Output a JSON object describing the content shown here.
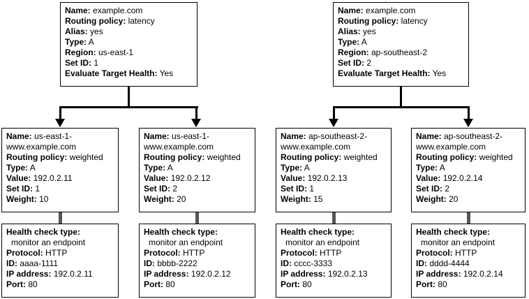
{
  "colors": {
    "background": "#ffffff",
    "box_border": "#000000",
    "text": "#000000",
    "arrow": "#000000",
    "link_bar": "#565656"
  },
  "latency_records": [
    {
      "fields": [
        {
          "label": "Name:",
          "value": "example.com"
        },
        {
          "label": "Routing policy:",
          "value": "latency"
        },
        {
          "label": "Alias:",
          "value": "yes"
        },
        {
          "label": "Type:",
          "value": "A"
        },
        {
          "label": "Region:",
          "value": "us-east-1"
        },
        {
          "label": "Set ID:",
          "value": "1"
        },
        {
          "label": "Evaluate Target Health:",
          "value": "Yes"
        }
      ]
    },
    {
      "fields": [
        {
          "label": "Name:",
          "value": "example.com"
        },
        {
          "label": "Routing policy:",
          "value": "latency"
        },
        {
          "label": "Alias:",
          "value": "yes"
        },
        {
          "label": "Type:",
          "value": "A"
        },
        {
          "label": "Region:",
          "value": "ap-southeast-2"
        },
        {
          "label": "Set ID:",
          "value": "2"
        },
        {
          "label": "Evaluate Target Health:",
          "value": "Yes"
        }
      ]
    }
  ],
  "weighted_records": [
    {
      "fields": [
        {
          "label": "Name:",
          "value": "us-east-1-www.example.com"
        },
        {
          "label": "Routing policy:",
          "value": "weighted"
        },
        {
          "label": "Type:",
          "value": "A"
        },
        {
          "label": "Value:",
          "value": "192.0.2.11"
        },
        {
          "label": "Set ID:",
          "value": "1"
        },
        {
          "label": "Weight:",
          "value": "10"
        }
      ]
    },
    {
      "fields": [
        {
          "label": "Name:",
          "value": "us-east-1-www.example.com"
        },
        {
          "label": "Routing policy:",
          "value": "weighted"
        },
        {
          "label": "Type:",
          "value": "A"
        },
        {
          "label": "Value:",
          "value": "192.0.2.12"
        },
        {
          "label": "Set ID:",
          "value": "2"
        },
        {
          "label": "Weight:",
          "value": "20"
        }
      ]
    },
    {
      "fields": [
        {
          "label": "Name:",
          "value": "ap-southeast-2-www.example.com"
        },
        {
          "label": "Routing policy:",
          "value": "weighted"
        },
        {
          "label": "Type:",
          "value": "A"
        },
        {
          "label": "Value:",
          "value": "192.0.2.13"
        },
        {
          "label": "Set ID:",
          "value": "1"
        },
        {
          "label": "Weight:",
          "value": "15"
        }
      ]
    },
    {
      "fields": [
        {
          "label": "Name:",
          "value": "ap-southeast-2-www.example.com"
        },
        {
          "label": "Routing policy:",
          "value": "weighted"
        },
        {
          "label": "Type:",
          "value": "A"
        },
        {
          "label": "Value:",
          "value": "192.0.2.14"
        },
        {
          "label": "Set ID:",
          "value": "2"
        },
        {
          "label": "Weight:",
          "value": "20"
        }
      ]
    }
  ],
  "health_checks": [
    {
      "fields": [
        {
          "label": "Health check type:",
          "value": ""
        },
        {
          "label": "",
          "value": "monitor an endpoint",
          "indent": true
        },
        {
          "label": "Protocol:",
          "value": "HTTP"
        },
        {
          "label": "ID:",
          "value": "aaaa-1111"
        },
        {
          "label": "IP address:",
          "value": "192.0.2.11"
        },
        {
          "label": "Port:",
          "value": "80"
        }
      ]
    },
    {
      "fields": [
        {
          "label": "Health check type:",
          "value": ""
        },
        {
          "label": "",
          "value": "monitor an endpoint",
          "indent": true
        },
        {
          "label": "Protocol:",
          "value": "HTTP"
        },
        {
          "label": "ID:",
          "value": "bbbb-2222"
        },
        {
          "label": "IP address:",
          "value": "192.0.2.12"
        },
        {
          "label": "Port:",
          "value": "80"
        }
      ]
    },
    {
      "fields": [
        {
          "label": "Health check type:",
          "value": ""
        },
        {
          "label": "",
          "value": "monitor an endpoint",
          "indent": true
        },
        {
          "label": "Protocol:",
          "value": "HTTP"
        },
        {
          "label": "ID:",
          "value": "cccc-3333"
        },
        {
          "label": "IP address:",
          "value": "192.0.2.13"
        },
        {
          "label": "Port:",
          "value": "80"
        }
      ]
    },
    {
      "fields": [
        {
          "label": "Health check type:",
          "value": ""
        },
        {
          "label": "",
          "value": "monitor an endpoint",
          "indent": true
        },
        {
          "label": "Protocol:",
          "value": "HTTP"
        },
        {
          "label": "ID:",
          "value": "dddd-4444"
        },
        {
          "label": "IP address:",
          "value": "192.0.2.14"
        },
        {
          "label": "Port:",
          "value": "80"
        }
      ]
    }
  ]
}
